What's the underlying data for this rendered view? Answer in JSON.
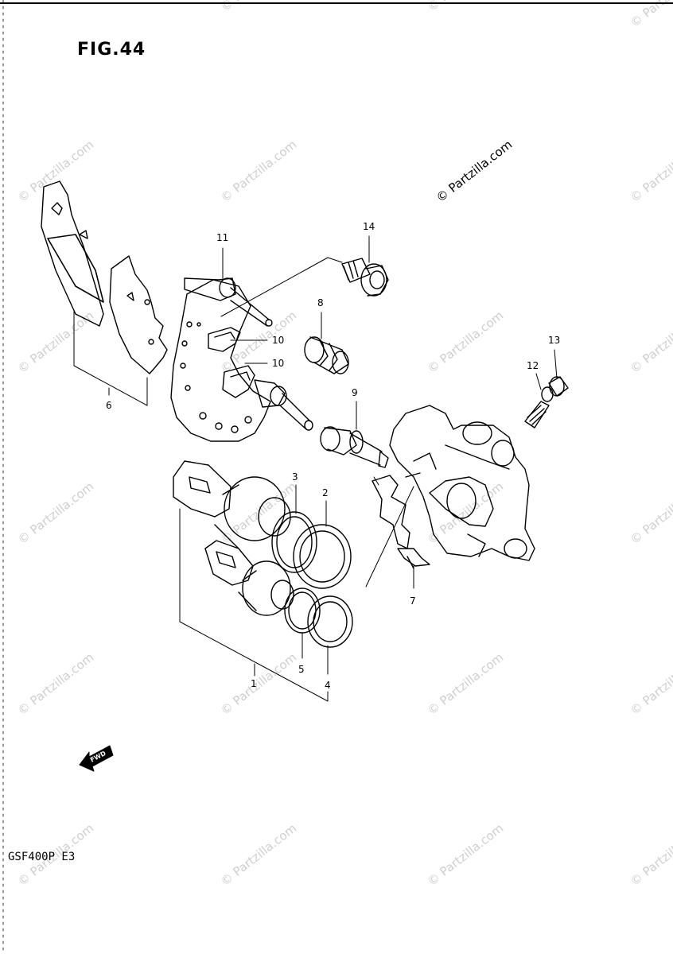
{
  "figure": {
    "title": "FIG.44",
    "model_code": "GSF400P  E3",
    "fwd_label": "FWD"
  },
  "watermark": {
    "text": "© Partzilla.com",
    "featured_text": "© Partzilla.com"
  },
  "callouts": {
    "c1": "1",
    "c2": "2",
    "c3": "3",
    "c4": "4",
    "c5": "5",
    "c6": "6",
    "c7": "7",
    "c8": "8",
    "c9": "9",
    "c10a": "10",
    "c10b": "10",
    "c11": "11",
    "c12": "12",
    "c13": "13",
    "c14": "14"
  },
  "colors": {
    "ink": "#000000",
    "watermark": "#cfcfcf",
    "paper": "#ffffff"
  }
}
